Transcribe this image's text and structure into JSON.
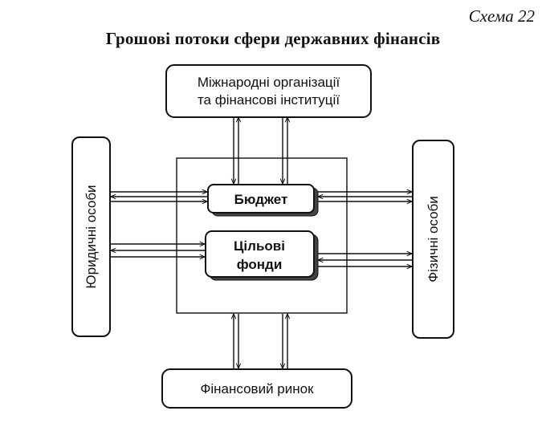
{
  "scheme_label": "Схема 22",
  "title": "Грошові потоки сфери державних фінансів",
  "boxes": {
    "international": {
      "line1": "Міжнародні організації",
      "line2": "та фінансові інституції"
    },
    "legal_entities": "Юридичні особи",
    "individuals": "Фізичні особи",
    "budget": "Бюджет",
    "target_funds": {
      "line1": "Цільові",
      "line2": "фонди"
    },
    "financial_market": "Фінансовий ринок"
  },
  "colors": {
    "ink": "#111111",
    "background": "#ffffff",
    "shadow": "#444444"
  }
}
